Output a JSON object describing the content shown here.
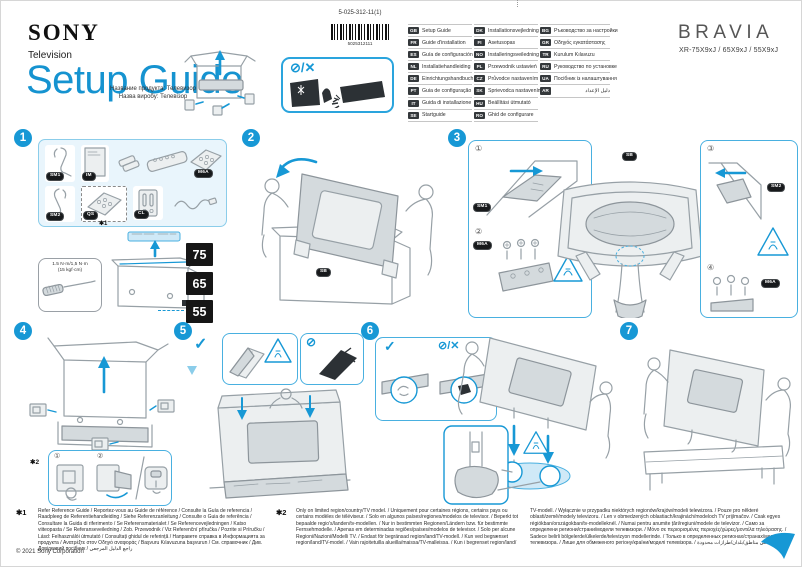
{
  "header": {
    "brand": "SONY",
    "product_type": "Television",
    "title": "Setup Guide",
    "product_name_ru": "Название продукта: Телевизор",
    "product_name_ua": "Назва виробу: Телевізор",
    "doc_number": "5-025-312-11(1)",
    "barcode_digits": "5025312111",
    "bravia": "BRAVIA",
    "models": "XR-75X9xJ / 65X9xJ / 55X9xJ",
    "warning_symbols": "⊘/✕"
  },
  "languages": {
    "col1": [
      {
        "code": "GB",
        "label": "Setup Guide"
      },
      {
        "code": "FR",
        "label": "Guide d'installation"
      },
      {
        "code": "ES",
        "label": "Guía de configuración"
      },
      {
        "code": "NL",
        "label": "Installatiehandleiding"
      },
      {
        "code": "DE",
        "label": "Einrichtungshandbuch"
      },
      {
        "code": "PT",
        "label": "Guia de configuração"
      },
      {
        "code": "IT",
        "label": "Guida di installazione"
      },
      {
        "code": "SE",
        "label": "Startguide"
      }
    ],
    "col2": [
      {
        "code": "DK",
        "label": "Installationsvejledning"
      },
      {
        "code": "FI",
        "label": "Asetusopas"
      },
      {
        "code": "NO",
        "label": "Installeringsveiledning"
      },
      {
        "code": "PL",
        "label": "Przewodnik ustawień"
      },
      {
        "code": "CZ",
        "label": "Průvodce nastavením"
      },
      {
        "code": "SK",
        "label": "Sprievodca nastavením"
      },
      {
        "code": "HU",
        "label": "Beállítási útmutató"
      },
      {
        "code": "RO",
        "label": "Ghid de configurare"
      }
    ],
    "col3": [
      {
        "code": "BG",
        "label": "Ръководство за настройки"
      },
      {
        "code": "GR",
        "label": "Οδηγός εγκατάστασης"
      },
      {
        "code": "TR",
        "label": "Kurulum Kılavuzu"
      },
      {
        "code": "RU",
        "label": "Руководство по установке"
      },
      {
        "code": "UA",
        "label": "Посібник із налаштування"
      },
      {
        "code": "AR",
        "label": "دليل الإعداد"
      }
    ]
  },
  "steps": {
    "numbers": [
      "1",
      "2",
      "3",
      "4",
      "5",
      "6",
      "7"
    ]
  },
  "step1": {
    "badges": {
      "sm1": "SM1",
      "im": "IM",
      "m6a": "M6A",
      "sm2": "SM2",
      "qs": "QS",
      "cl": "CL"
    },
    "footnote_mark": "✱1",
    "torque_line1": "1.5 N·m/1,5 N·m",
    "torque_line2": "(15 kgf·cm)",
    "sizes": [
      "75",
      "65",
      "55"
    ]
  },
  "step2": {
    "sb": "SB"
  },
  "step3": {
    "sub1": "①",
    "sub2": "②",
    "sub3": "③",
    "sub4": "④",
    "sm1": "SM1",
    "sm2": "SM2",
    "m6a": "M6A",
    "sb": "SB"
  },
  "step4": {
    "footnote_mark": "✱2",
    "sub1": "①",
    "sub2": "②"
  },
  "step5": {
    "check": "✓",
    "no_symbol": "⊘"
  },
  "step6": {
    "check": "✓",
    "wrong_symbols": "⊘/✕"
  },
  "footnotes": {
    "n1_mark": "✱1",
    "n1_text": "Refer Reference Guide / Reportez-vous au Guide de référence / Consulte la Guía de referencia / Raadpleeg de Referentiehandleiding / Siehe Referenzanleitung / Consulte o Guia de referência / Consultare la Guida di riferimento / Se Referensmaterialet / Se Referencevejledningen / Katso viiteopasta / Se Referanseveiledning / Zob. Przewodnik / Viz Referenční příručka / Pozrite si Príručku / Lásd: Felhasználói útmutató / Consultați ghidul de referință / Направете справка в Информацията за продукта / Ανατρέξτε στον Οδηγό αναφοράς / Başvuru Kılavuzuna başvurun / См. справочник / Див. Довідковий посібник / راجع الدليل المرجعي",
    "n2_mark": "✱2",
    "n2_col1": "Only on limited region/country/TV model. / Uniquement pour certaines régions, certains pays ou certains modèles de téléviseur. / Solo en algunos países/regiones/modelos de televisor. / Beperkt tot bepaalde regio's/landen/tv-modellen. / Nur in bestimmten Regionen/Ländern bzw. für bestimmte Fernsehmodelle. / Apenas em determinadas regiões/países/modelos de televisor. / Solo per alcune Regioni/Nazioni/Modelli TV. / Endast för begränsad region/land/TV-modell. / Kun ved begrænset region/land/TV-model. / Vain rajoitetuilla alueilla/maissa/TV-malleissa. / Kun i begrenset region/land/",
    "n2_col2": "TV-modell. / Wyłącznie w przypadku niektórych regionów/krajów/modeli telewizora. / Pouze pro některé oblasti/země/modely televizoru. / Len v obmedzených oblastiach/krajinách/modeloch TV prijímačov. / Csak egyes régiókban/országokban/tv-modelleknél. / Numai pentru anumite țări/regiuni/modele de televizor. / Само за определени региони/страни/модели телевизори. / Μόνο σε περιορισμένες περιοχές/χώρες/μοντέλα τηλεόρασης. / Sadece belirli bölgelerde/ülkelerde/televizyon modellerinde. / Только в определенных регионах/странах/моделях телевизора. / Лише для обмеженого регіону/країни/моделі телевізора. / فقط في مناطق/بلدان/طرازات محدودة"
  },
  "footer": {
    "copyright": "© 2021 Sony Corporation"
  }
}
